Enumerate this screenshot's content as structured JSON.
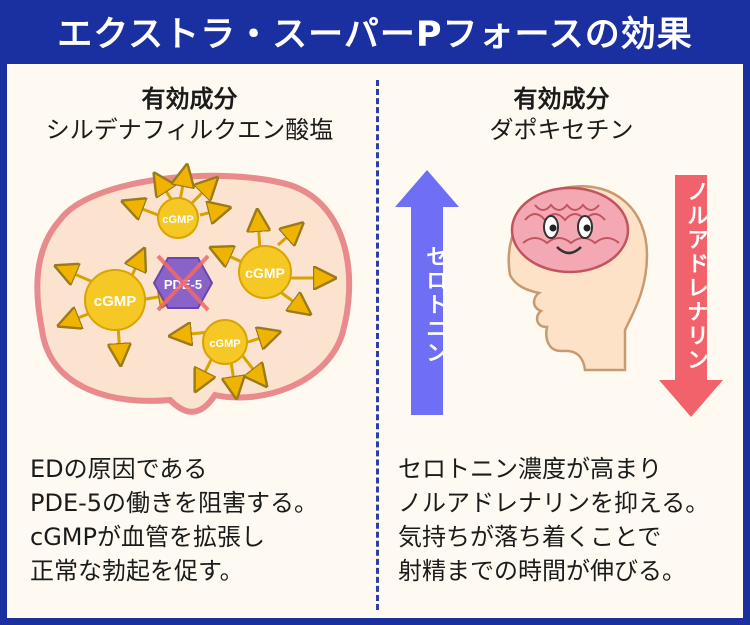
{
  "title": "エクストラ・スーパーPフォースの効果",
  "left": {
    "heading": "有効成分",
    "ingredient": "シルデナフィルクエン酸塩",
    "diagram": {
      "cgmp_label": "cGMP",
      "pde_label": "PDE-5"
    },
    "description": [
      "EDの原因である",
      "PDE-5の働きを阻害する。",
      "cGMPが血管を拡張し",
      "正常な勃起を促す。"
    ]
  },
  "right": {
    "heading": "有効成分",
    "ingredient": "ダポキセチン",
    "up_label": "セロトニン",
    "down_label": "ノルアドレナリン",
    "description": [
      "セロトニン濃度が高まり",
      "ノルアドレナリンを抑える。",
      "気持ちが落ち着くことで",
      "射精までの時間が伸びる。"
    ]
  },
  "colors": {
    "background": "#1a2fa0",
    "panel": "#fefaf1",
    "cell_fill": "#fbe3cf",
    "cell_border": "#e98a8d",
    "cgmp": "#f6c826",
    "pde": "#8a63c8",
    "up_arrow": "#6f6ff5",
    "down_arrow": "#f2626a",
    "brain": "#f4a8b4",
    "skin": "#fde2c8"
  }
}
